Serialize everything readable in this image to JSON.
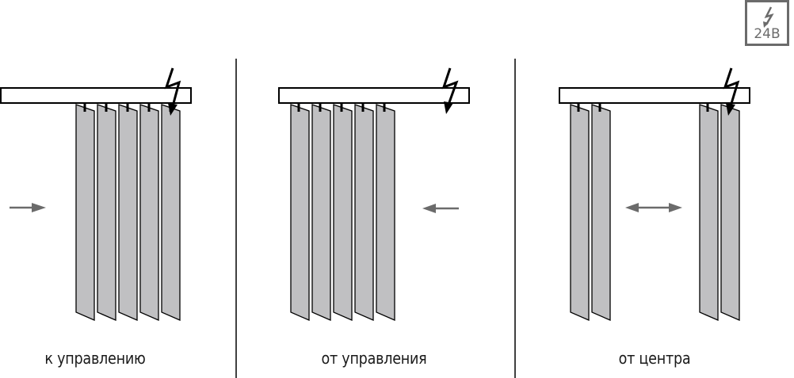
{
  "badge": {
    "icon": "lightning-icon",
    "label": "24В",
    "color": "#6b6b6b"
  },
  "colors": {
    "slat_fill": "#c0c0c2",
    "outline": "#000000",
    "arrow": "#6b6b6b"
  },
  "panels": [
    {
      "caption": "к управлению",
      "direction": "right-arrow",
      "slats": 5
    },
    {
      "caption": "от управления",
      "direction": "left-arrow",
      "slats": 5
    },
    {
      "caption": "от центра",
      "direction": "double-arrow",
      "slats": 4
    }
  ]
}
